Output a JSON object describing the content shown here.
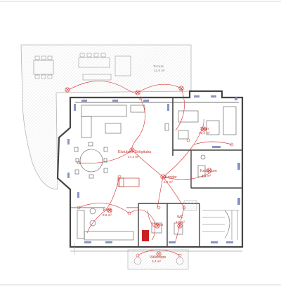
{
  "rooms": {
    "terrass": {
      "name": "Terrass",
      "area": "41,9 m²"
    },
    "elutuba": {
      "name": "Elutuba + Söögituba",
      "area": "27,2 m²"
    },
    "saun": {
      "name": "Saun",
      "area": "12,2 m²"
    },
    "koridor": {
      "name": "Koridor",
      "area": "6,2 m²"
    },
    "katlaruum": {
      "name": "Katlaruum",
      "area": "4,5 m²"
    },
    "kook": {
      "name": "Köök",
      "area": "9,8 m²"
    },
    "pesu": {
      "name": "Pesu",
      "area": ""
    },
    "wc": {
      "name": "WC",
      "area": "1,6 m²"
    },
    "valistrepp": {
      "name": "Välistrepp",
      "area": "3,4 m²"
    }
  },
  "symbols": {
    "fireplace": "hearth-icon",
    "fixture": "ceiling-light-icon"
  },
  "colors": {
    "wall": "#444444",
    "electric": "#d63a3a",
    "window": "#8a95c7",
    "hatch": "#cccccc",
    "fill": "#c92222"
  }
}
